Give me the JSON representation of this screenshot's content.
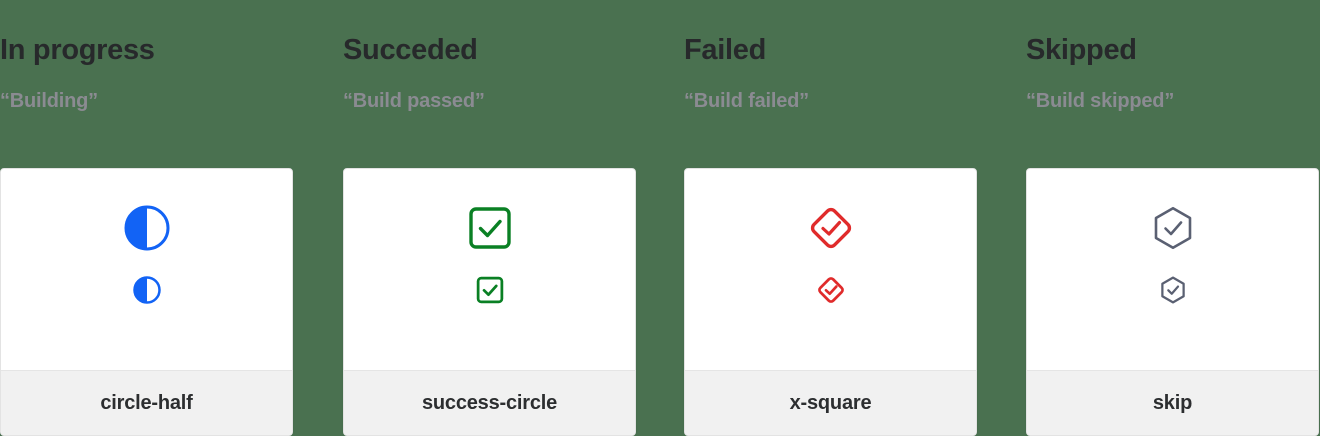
{
  "page": {
    "background_color": "#4a7150",
    "card_background": "#ffffff",
    "card_footer_background": "#f1f1f1"
  },
  "columns": [
    {
      "title": "In progress",
      "subtitle": "“Building”",
      "icon_name": "circle-half-icon",
      "icon_label": "circle-half",
      "icon_color": "#1263f5"
    },
    {
      "title": "Succeded",
      "subtitle": "“Build passed”",
      "icon_name": "success-circle-icon",
      "icon_label": "success-circle",
      "icon_color": "#0a8024"
    },
    {
      "title": "Failed",
      "subtitle": "“Build failed”",
      "icon_name": "x-square-icon",
      "icon_label": "x-square",
      "icon_color": "#e02b2b"
    },
    {
      "title": "Skipped",
      "subtitle": "“Build skipped”",
      "icon_name": "skip-icon",
      "icon_label": "skip",
      "icon_color": "#5a6072"
    }
  ]
}
